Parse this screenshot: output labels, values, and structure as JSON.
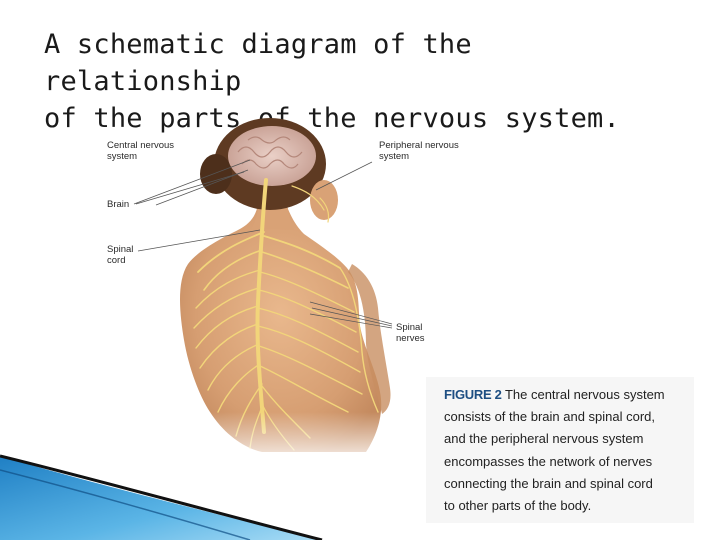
{
  "slide": {
    "title_line1": "A schematic diagram of the relationship",
    "title_line2": "of the parts of the nervous system."
  },
  "figure": {
    "labels": {
      "cns_line1": "Central nervous",
      "cns_line2": "system",
      "brain": "Brain",
      "spinal_cord_line1": "Spinal",
      "spinal_cord_line2": "cord",
      "pns_line1": "Peripheral nervous",
      "pns_line2": "system",
      "spinal_nerves_line1": "Spinal",
      "spinal_nerves_line2": "nerves"
    },
    "caption": {
      "figure_label": "FIGURE 2",
      "line1": "The central nervous system",
      "line2": "consists of the brain and spinal cord,",
      "line3": "and the peripheral nervous system",
      "line4": "encompasses the network of nerves",
      "line5": "connecting the brain and spinal cord",
      "line6": "to other parts of the body."
    }
  },
  "colors": {
    "skin": "#d9a276",
    "hair": "#5e3a22",
    "brain": "#d8b7ad",
    "nerve": "#f2d57a",
    "caption_label": "#1d4e82",
    "deco_blue": "#2a86c8"
  }
}
